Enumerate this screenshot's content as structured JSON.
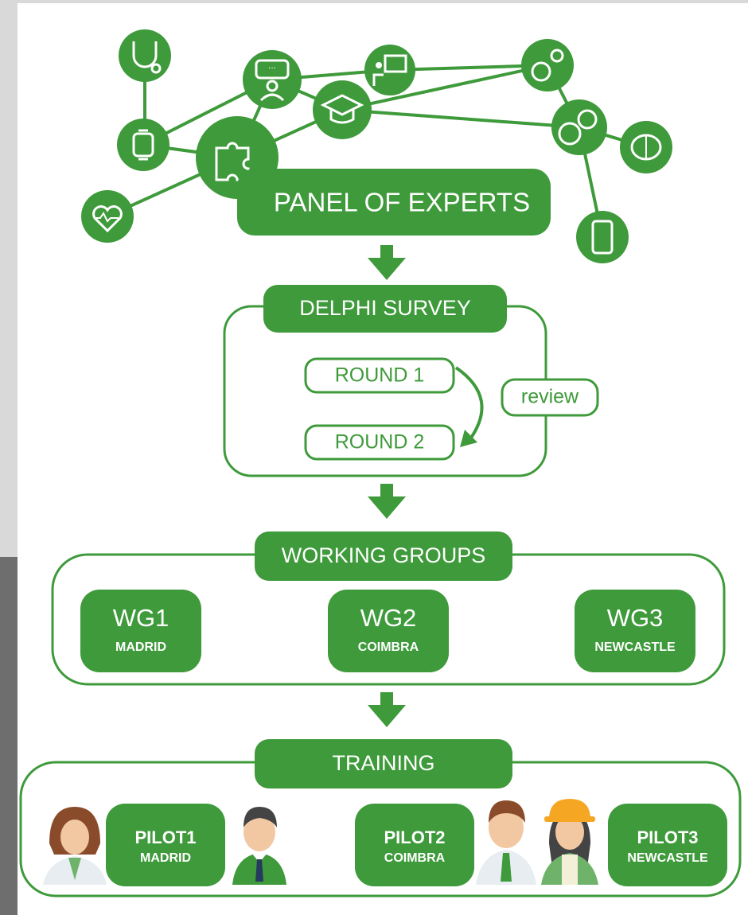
{
  "colors": {
    "primary": "#3e9a3a",
    "outline": "#3e9a3a",
    "skin": "#f2c8a2",
    "hair": "#8a4b2b",
    "helmet": "#f5a623"
  },
  "panel": {
    "label": "PANEL OF EXPERTS"
  },
  "delphi": {
    "label": "DELPHI SURVEY",
    "rounds": [
      "ROUND 1",
      "ROUND 2"
    ],
    "review_label": "review"
  },
  "working_groups": {
    "label": "WORKING GROUPS",
    "groups": [
      {
        "id": "WG1",
        "city": "MADRID"
      },
      {
        "id": "WG2",
        "city": "COIMBRA"
      },
      {
        "id": "WG3",
        "city": "NEWCASTLE"
      }
    ]
  },
  "training": {
    "label": "TRAINING",
    "pilots": [
      {
        "id": "PILOT1",
        "city": "MADRID"
      },
      {
        "id": "PILOT2",
        "city": "COIMBRA"
      },
      {
        "id": "PILOT3",
        "city": "NEWCASTLE"
      }
    ]
  },
  "expert_icons": [
    "stethoscope-icon",
    "presentation-icon",
    "speech-person-icon",
    "gears-icon",
    "graduation-cap-icon",
    "smartwatch-icon",
    "puzzle-icon",
    "pills-icon",
    "brain-icon",
    "heartbeat-icon",
    "smartphone-icon"
  ]
}
